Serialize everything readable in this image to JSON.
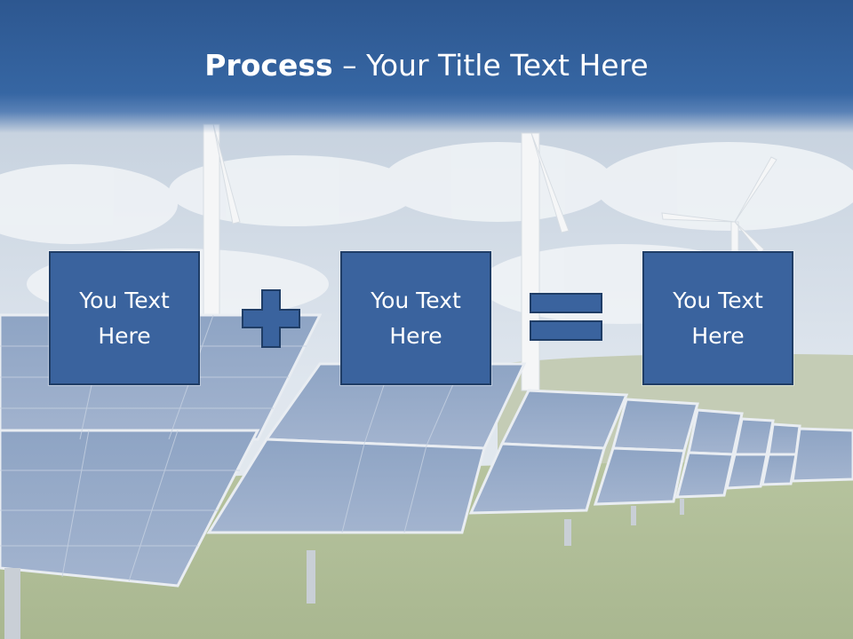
{
  "slide": {
    "title_bold": "Process",
    "title_rest": " – Your Title Text Here"
  },
  "boxes": [
    {
      "line1": "You Text",
      "line2": "Here"
    },
    {
      "line1": "You Text",
      "line2": "Here"
    },
    {
      "line1": "You Text",
      "line2": "Here"
    }
  ],
  "colors": {
    "title_bar": "#3666a3",
    "box_fill": "#3a639e",
    "box_border": "#1f3d66",
    "operator_fill": "#3a639e",
    "text": "#ffffff"
  },
  "operators": [
    "plus-icon",
    "equals-icon"
  ]
}
